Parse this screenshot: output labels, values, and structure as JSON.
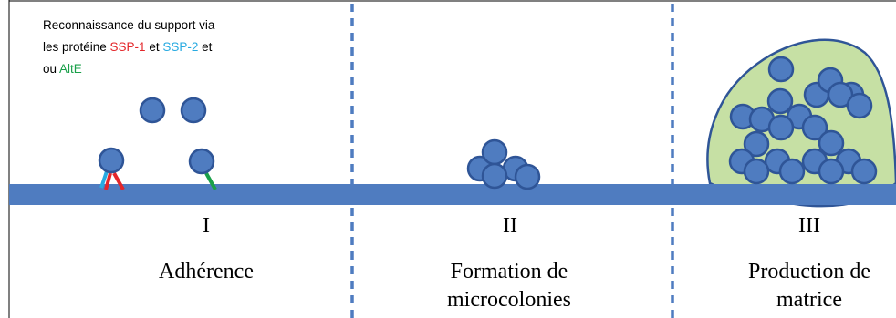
{
  "caption": {
    "line1": "Reconnaissance du support via",
    "line2_prefix": "les protéine ",
    "ssp1": "SSP-1",
    "line2_mid": " et ",
    "ssp2": "SSP-2",
    "line2_suffix": " et",
    "line3_prefix": "ou ",
    "alte": "AltE"
  },
  "stages": [
    {
      "numeral": "I",
      "label_line1": "Adhérence",
      "label_line2": ""
    },
    {
      "numeral": "II",
      "label_line1": "Formation de",
      "label_line2": "microcolonies"
    },
    {
      "numeral": "III",
      "label_line1": "Production de",
      "label_line2": "matrice"
    }
  ],
  "colors": {
    "surface": "#4f7cc0",
    "cell_fill": "#4f7cc0",
    "cell_stroke": "#2f5597",
    "matrix_fill": "#c6e0a4",
    "divider": "#4f7cc0",
    "ssp1": "#e3262a",
    "ssp2": "#27aae1",
    "alte": "#1aa04a"
  }
}
